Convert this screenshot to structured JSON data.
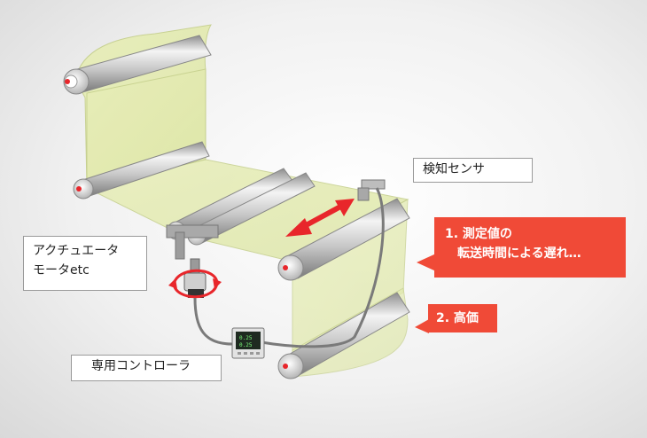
{
  "labels": {
    "sensor": "検知センサ",
    "actuator_line1": "アクチュエータ",
    "actuator_line2": "モータetc",
    "controller": "専用コントローラ"
  },
  "callouts": {
    "issue_1_line1": "1. 測定値の",
    "issue_1_line2": "転送時間による遅れ…",
    "issue_2": "2. 高価"
  },
  "colors": {
    "web_film": "#e3eab0",
    "callout": "#f04a37",
    "arrow": "#e8262b",
    "roller": "#d4d4d4"
  },
  "controller_display": {
    "top_value": "0.25",
    "bottom_value": "0.25"
  }
}
